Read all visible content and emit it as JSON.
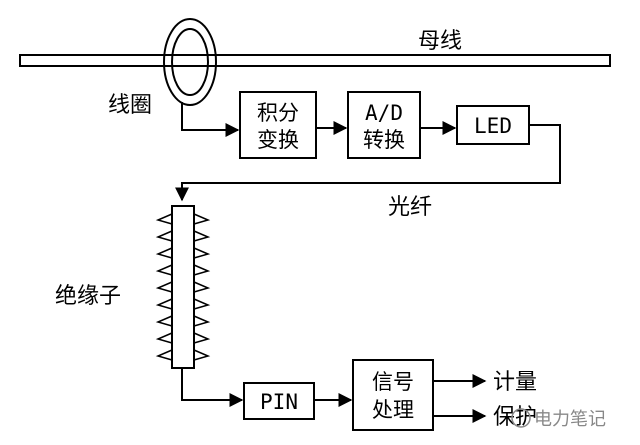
{
  "labels": {
    "busbar": "母线",
    "coil": "线圈",
    "fiber": "光纤",
    "insulator": "绝缘子",
    "metering": "计量",
    "protection": "保护"
  },
  "blocks": {
    "integrate": [
      "积分",
      "变换"
    ],
    "ad": [
      "A/D",
      "转换"
    ],
    "led": "LED",
    "pin": "PIN",
    "signal": [
      "信号",
      "处理"
    ]
  },
  "watermark": "电力笔记",
  "colors": {
    "line": "#000000",
    "watermark": "#888888"
  }
}
